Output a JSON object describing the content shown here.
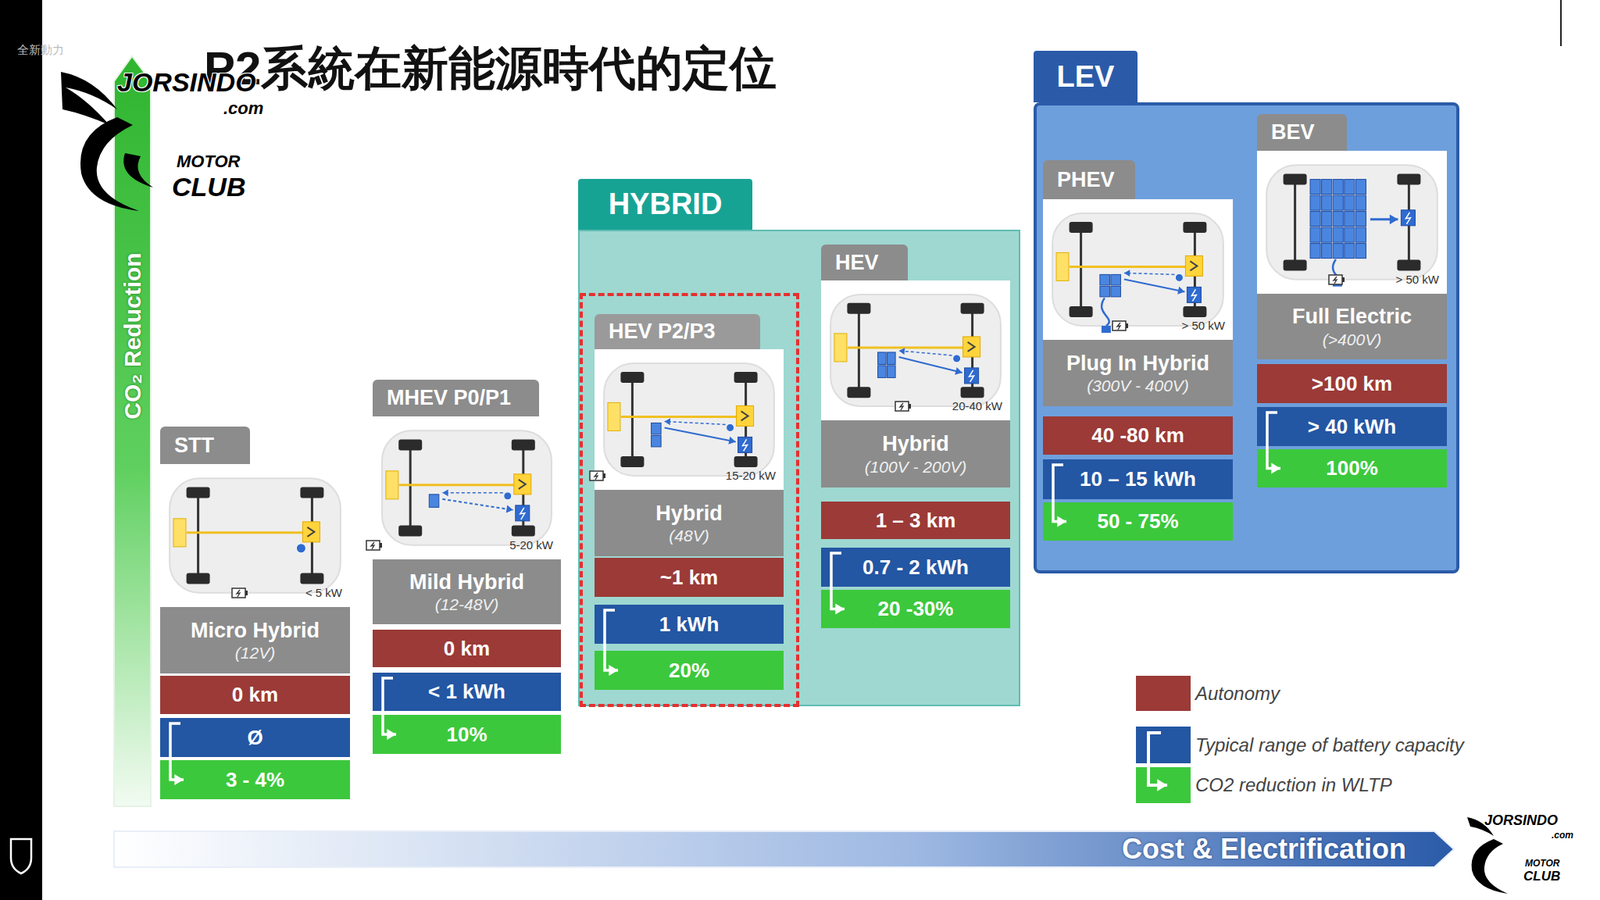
{
  "diagram": {
    "title": "P2系統在新能源時代的定位",
    "nodes": [
      {
        "text": [
          "STT",
          "< 5 kW"
        ]
      },
      {
        "text": [
          "Micro Hybrid",
          "(12V)"
        ],
        "in": 0
      },
      {
        "text": [
          "0 km"
        ],
        "in": 0
      },
      {
        "text": [
          "Ø"
        ],
        "in": 0
      },
      {
        "text": [
          "3 - 4%"
        ],
        "in": 0
      },
      {
        "text": [
          "MHEV P0/P1",
          "5-20 kW"
        ]
      },
      {
        "text": [
          "Mild Hybrid",
          "(12-48V)"
        ],
        "in": 5
      },
      {
        "text": [
          "0 km"
        ],
        "in": 5
      },
      {
        "text": [
          "< 1 kWh"
        ],
        "in": 5
      },
      {
        "text": [
          "10%"
        ],
        "in": 5
      },
      {
        "text": [
          "HYBRID"
        ]
      },
      {
        "text": [
          "HEV P2/P3",
          "15-20 kW"
        ],
        "in": 10
      },
      {
        "text": [
          "Hybrid",
          "(48V)"
        ],
        "in": 11
      },
      {
        "text": [
          "~1 km"
        ],
        "in": 11
      },
      {
        "text": [
          "1 kWh"
        ],
        "in": 11
      },
      {
        "text": [
          "20%"
        ],
        "in": 11
      },
      {
        "text": [
          "HEV",
          "20-40 kW"
        ],
        "in": 10
      },
      {
        "text": [
          "Hybrid",
          "(100V - 200V)"
        ],
        "in": 16
      },
      {
        "text": [
          "1 – 3 km"
        ],
        "in": 16
      },
      {
        "text": [
          "0.7 - 2 kWh"
        ],
        "in": 16
      },
      {
        "text": [
          "20 -30%"
        ],
        "in": 16
      },
      {
        "text": [
          "LEV"
        ]
      },
      {
        "text": [
          "PHEV",
          "> 50 kW"
        ],
        "in": 21
      },
      {
        "text": [
          "Plug In Hybrid",
          "(300V - 400V)"
        ],
        "in": 22
      },
      {
        "text": [
          "40 -80 km"
        ],
        "in": 22
      },
      {
        "text": [
          "10 – 15 kWh"
        ],
        "in": 22
      },
      {
        "text": [
          "50 - 75%"
        ],
        "in": 22
      },
      {
        "text": [
          "BEV",
          "> 50 kW"
        ],
        "in": 21
      },
      {
        "text": [
          "Full Electric",
          "(>400V)"
        ],
        "in": 27
      },
      {
        "text": [
          ">100 km"
        ],
        "in": 27
      },
      {
        "text": [
          "> 40 kWh"
        ],
        "in": 27
      },
      {
        "text": [
          "100%"
        ],
        "in": 27
      }
    ],
    "labels": [
      "全新動力",
      "CO₂ Reduction",
      "Cost & Electrification",
      "JORSINDO",
      ".com",
      "MOTOR",
      "CLUB",
      "JORSINDO",
      ".com",
      "MOTOR",
      "CLUB"
    ],
    "legend": [
      {
        "text": "Autonomy",
        "color": "#9b3a37"
      },
      {
        "text": "Typical range of battery capacity",
        "color": "#2356a3"
      },
      {
        "text": "CO2 reduction in WLTP",
        "color": "#3cc83c"
      }
    ]
  }
}
